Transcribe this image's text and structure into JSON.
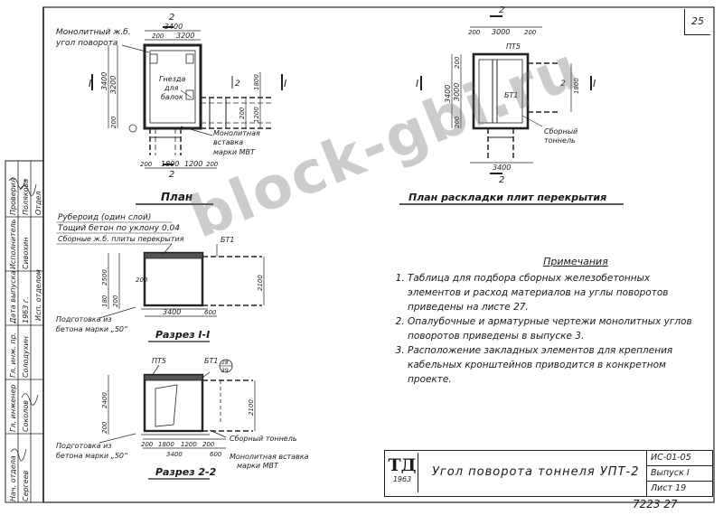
{
  "page_number": "25",
  "watermark": "block-gbi.ru",
  "plan": {
    "title": "План",
    "label_monolith_corner_1": "Монолитный ж.б.",
    "label_monolith_corner_2": "угол поворота",
    "label_nests_1": "Гнезда",
    "label_nests_2": "для",
    "label_nests_3": "балок",
    "label_insert_1": "Монолитная",
    "label_insert_2": "вставка",
    "label_insert_3": "марки МВТ",
    "dims": {
      "top_overall": "3400",
      "top_a": "200",
      "top_b": "3200",
      "left_overall": "3400",
      "left_a": "3200",
      "left_b": "200",
      "right_a": "1800",
      "right_b": "1200",
      "right_c": "200",
      "bottom_a": "200",
      "bottom_b": "1800",
      "bottom_c": "1200",
      "bottom_d": "200"
    },
    "section_marks": {
      "top": "2",
      "bottom": "2",
      "left": "I",
      "right": "I",
      "center": "2"
    }
  },
  "slab_plan": {
    "title": "План раскладки плит перекрытия",
    "label_pt5": "ПТ5",
    "label_bt1": "БТ1",
    "label_tunnel_1": "Сборный",
    "label_tunnel_2": "тоннель",
    "dims": {
      "top_a": "200",
      "top_b": "3000",
      "top_c": "200",
      "left_overall": "3400",
      "left_a": "200",
      "left_b": "3000",
      "left_c": "200",
      "right": "1800",
      "bottom": "3400"
    },
    "section_marks": {
      "top": "2",
      "bottom": "2",
      "left": "I",
      "right": "I",
      "center": "2"
    }
  },
  "section_1": {
    "title": "Разрез I-I",
    "layers": [
      "Рубероид (один слой)",
      "Тощий бетон по уклону 0.04",
      "Сборные ж.б. плиты перекрытия"
    ],
    "label_bt1": "БТ1",
    "label_base_1": "Подготовка из",
    "label_base_2": "бетона марки „50“",
    "dims": {
      "left_a": "2500",
      "left_b": "180",
      "left_c": "200",
      "right": "2100",
      "bottom_a": "3400",
      "bottom_b": "600",
      "inner": "200"
    }
  },
  "section_2": {
    "title": "Разрез 2-2",
    "label_pt5": "ПТ5",
    "label_bt1": "БТ1",
    "label_detail_top": "28",
    "label_detail_bottom": "39",
    "label_base_1": "Подготовка из",
    "label_base_2": "бетона марки „50“",
    "label_tunnel": "Сборный тоннель",
    "label_insert_1": "Монолитная вставка",
    "label_insert_2": "марки МВТ",
    "dims": {
      "left_a": "2400",
      "left_b": "200",
      "right": "2100",
      "bottom_a": "200",
      "bottom_b": "1800",
      "bottom_c": "1200",
      "bottom_d": "200",
      "bottom_e": "3400",
      "bottom_f": "600"
    }
  },
  "notes": {
    "heading": "Примечания",
    "items": [
      "Таблица для подбора сборных железобетонных элементов и расход материалов на углы поворотов приведены на листе 27.",
      "Опалубочные и арматурные чертежи монолитных углов поворотов приведены в выпуске 3.",
      "Расположение закладных элементов для крепления кабельных кронштейнов приводится в конкретном проекте."
    ]
  },
  "title_block": {
    "logo": "ТД",
    "year": "1963",
    "title": "Угол поворота тоннеля УПТ-2",
    "code": "ИС-01-05",
    "issue": "Выпуск I",
    "sheet": "Лист 19"
  },
  "side_stamp": {
    "rows": [
      [
        "Нач. отдела",
        "Сергеев"
      ],
      [
        "Гл. инженер",
        "Соколов"
      ],
      [
        "Гл. инж. пр.",
        "Солодухин"
      ],
      [
        "Дата выпуска",
        "1963 г."
      ],
      [
        "Исполнитель",
        "Сивохин"
      ],
      [
        "Проверил",
        "Полякова"
      ],
      [
        "Отдел",
        "Исп. отделом"
      ]
    ]
  },
  "bottom_numbers": "7223    27"
}
